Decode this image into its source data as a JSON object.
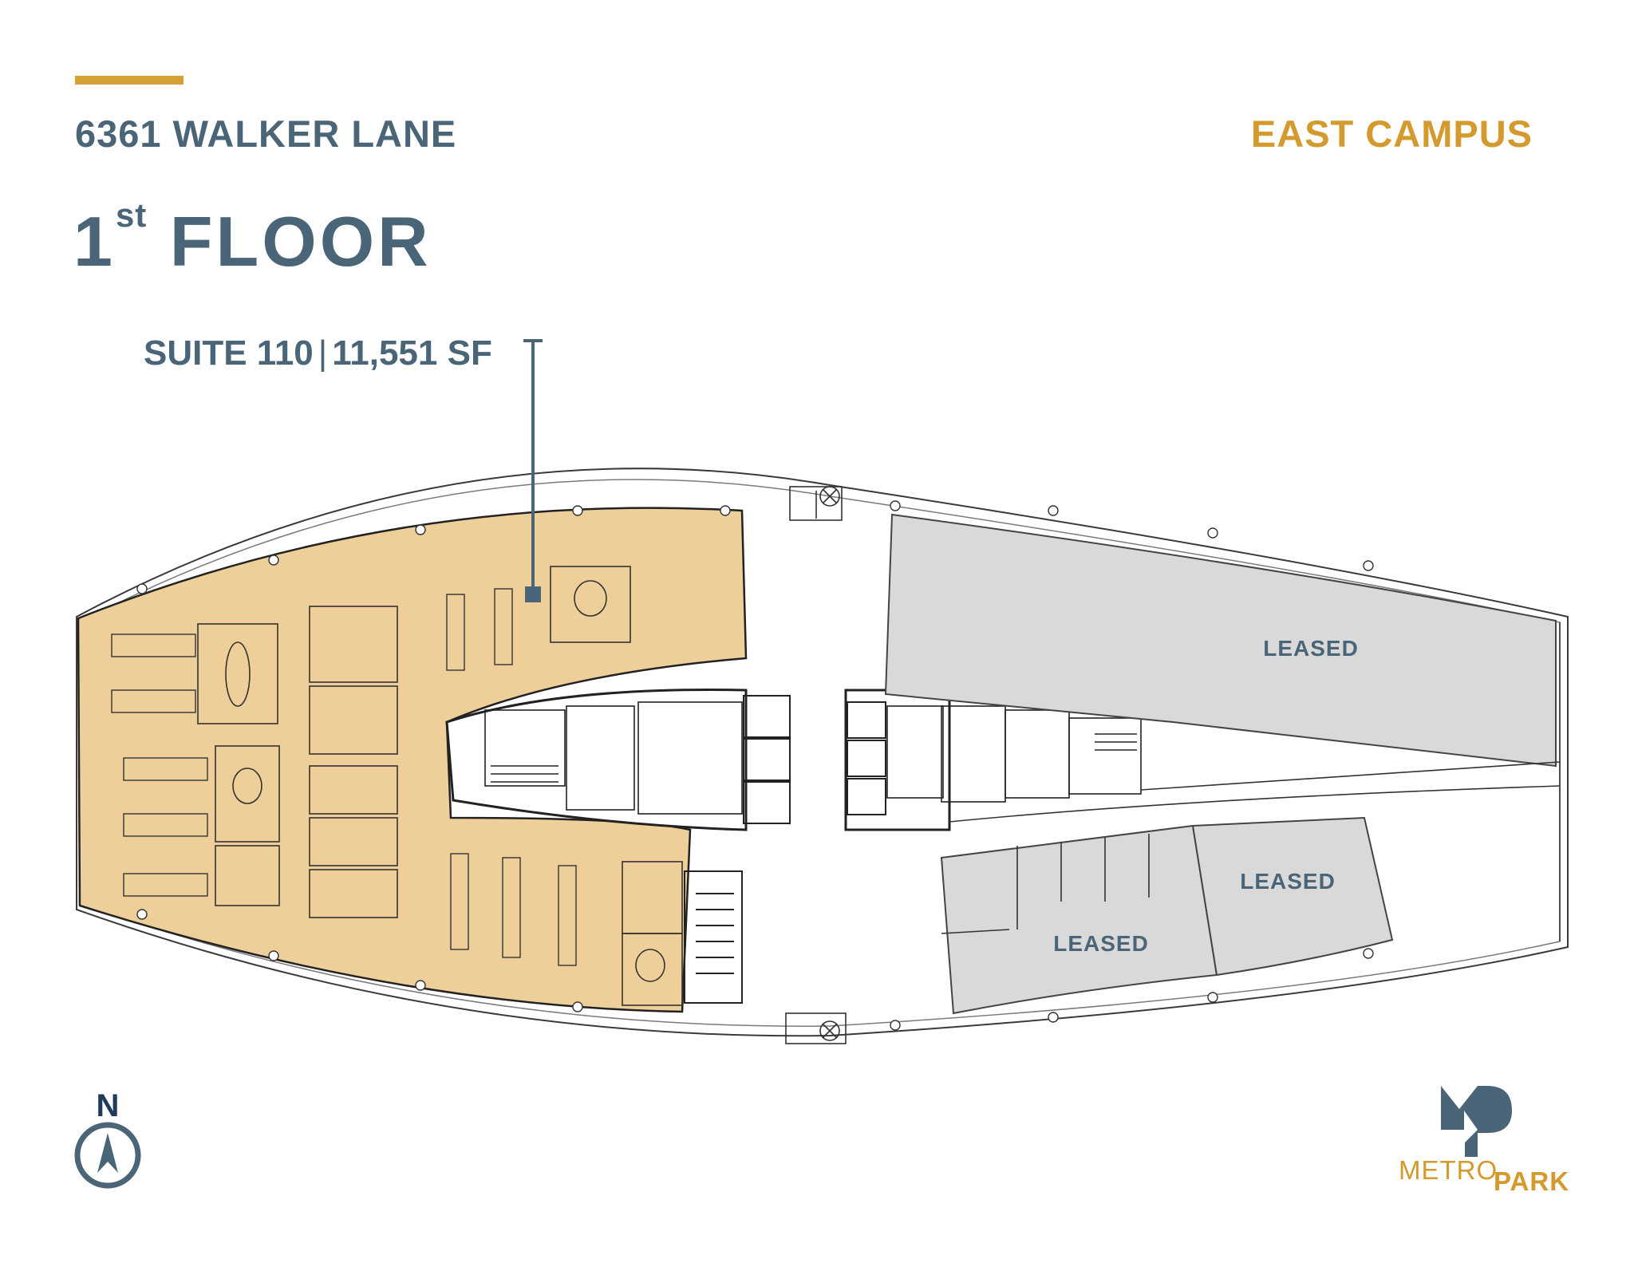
{
  "header": {
    "address": "6361 WALKER LANE",
    "campus": "EAST CAMPUS",
    "floor_number": "1",
    "floor_suffix": "st",
    "floor_word": "FLOOR"
  },
  "suite": {
    "name": "SUITE 110",
    "separator": "|",
    "area": "11,551 SF"
  },
  "plan": {
    "leased_label_1": "LEASED",
    "leased_label_2": "LEASED",
    "leased_label_3": "LEASED",
    "colors": {
      "available": "#EFCF99",
      "leased": "#D9D9D9",
      "line": "#1A1A1A",
      "accent": "#D4A037",
      "brand": "#4A6577"
    }
  },
  "compass": {
    "label": "N",
    "icon": "north-arrow-icon"
  },
  "logo": {
    "metro": "METRO",
    "park": "PARK",
    "icon": "metropark-mp-logo-icon"
  }
}
